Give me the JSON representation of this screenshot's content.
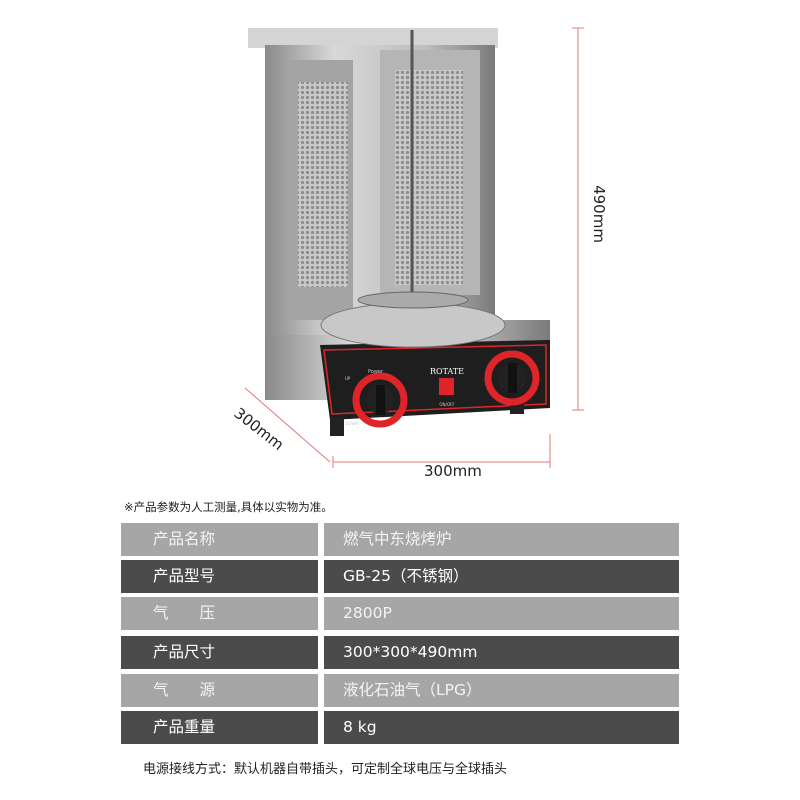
{
  "product_image": {
    "panel_text": {
      "title": "ROTATE",
      "switch": "ON/OFF",
      "knob_up": "UP",
      "knob_power": "Power",
      "knob_down": "DOWN"
    }
  },
  "dimensions": {
    "height": "490mm",
    "depth": "300mm",
    "width": "300mm"
  },
  "note": "※产品参数为人工测量,具体以实物为准。",
  "specs": [
    {
      "label": "产品名称",
      "value": "燃气中东烧烤炉",
      "style": "light"
    },
    {
      "label": "产品型号",
      "value": "GB-25（不锈钢）",
      "style": "dark"
    },
    {
      "label": "气　　压",
      "value": "2800P",
      "style": "light"
    },
    {
      "label": "产品尺寸",
      "value": "300*300*490mm",
      "style": "dark"
    },
    {
      "label": "气　　源",
      "value": "液化石油气（LPG）",
      "style": "light"
    },
    {
      "label": "产品重量",
      "value": " 8 kg",
      "style": "dark"
    }
  ],
  "footer": "电源接线方式：默认机器自带插头，可定制全球电压与全球插头",
  "colors": {
    "light_row": "#a6a6a6",
    "dark_row": "#4b4b4b",
    "accent_red": "#e0252a"
  }
}
